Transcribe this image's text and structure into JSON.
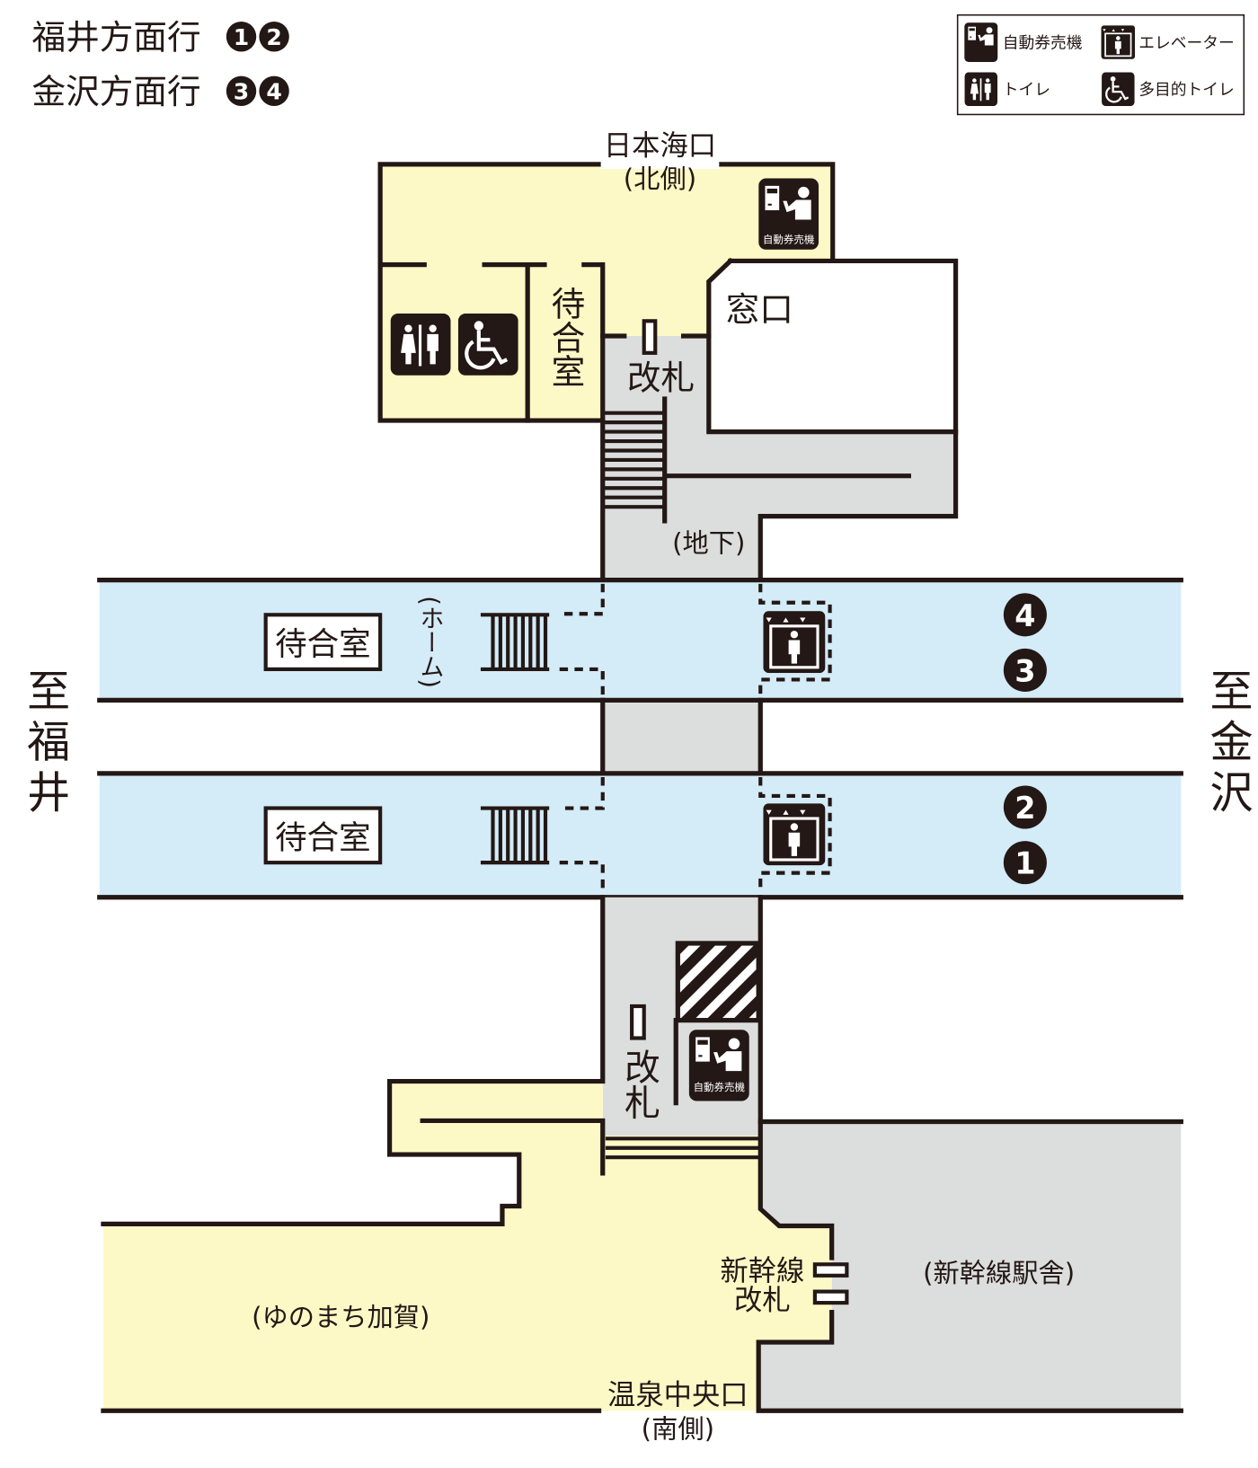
{
  "directions": [
    {
      "label": "福井方面行",
      "platforms": [
        "1",
        "2"
      ]
    },
    {
      "label": "金沢方面行",
      "platforms": [
        "3",
        "4"
      ]
    }
  ],
  "legend": {
    "ticket_machine": "自動券売機",
    "elevator": "エレベーター",
    "toilet": "トイレ",
    "accessible_toilet": "多目的トイレ"
  },
  "icons": {
    "ticket_machine_caption": "自動券売機"
  },
  "north": {
    "exit_name": "日本海口",
    "exit_side": "(北側)",
    "ticket_office": "窓口",
    "gate": "改札",
    "waiting_room": "待合室",
    "underground": "(地下)"
  },
  "platform_area": {
    "waiting_room": "待合室",
    "home": "(ホーム)",
    "platform_numbers": [
      "4",
      "3",
      "2",
      "1"
    ],
    "to_fukui": "至福井",
    "to_kanazawa": "至金沢"
  },
  "south": {
    "gate": "改札",
    "shinkansen_gate_1": "新幹線",
    "shinkansen_gate_2": "改札",
    "shinkansen_building": "(新幹線駅舎)",
    "yunomachi": "(ゆのまち加賀)",
    "exit_name": "温泉中央口",
    "exit_side": "(南側)"
  },
  "colors": {
    "concourse": "#fdf9c6",
    "paid_area": "#dcdddd",
    "platform": "#d4ebf8",
    "ink": "#231815"
  }
}
